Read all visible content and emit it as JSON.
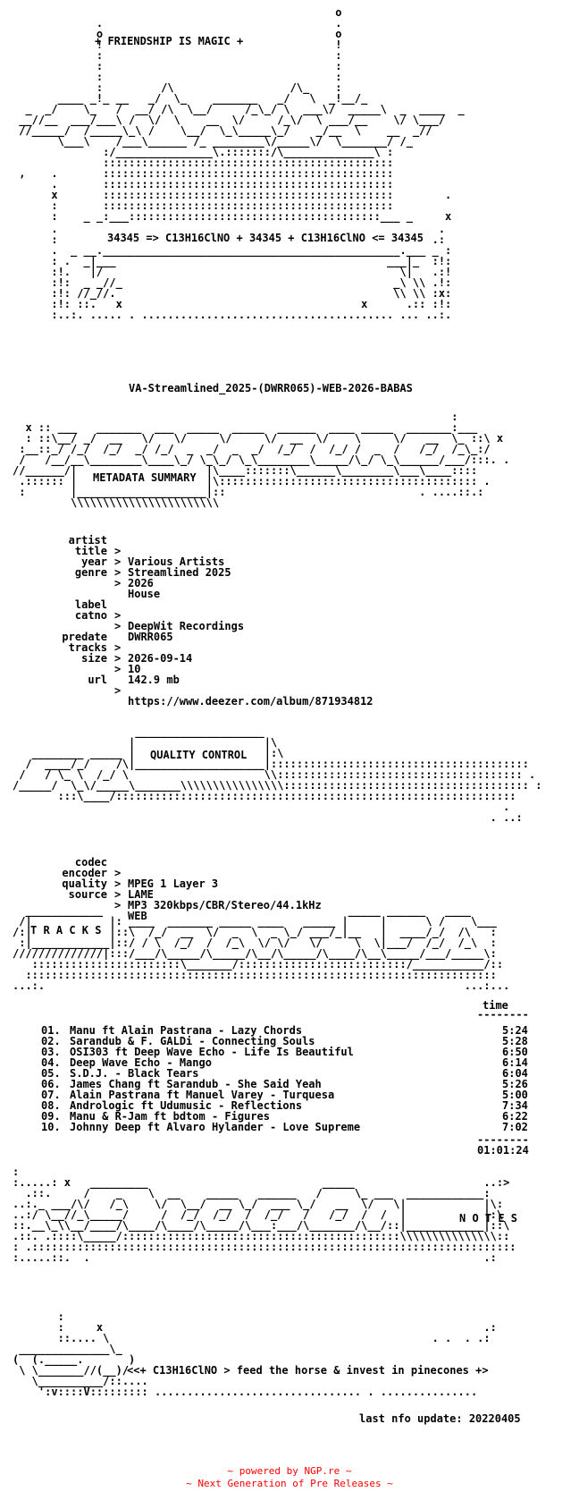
{
  "header": {
    "tagline": "+ FRIENDSHIP IS MAGIC +",
    "formula": "34345 => C13H16ClNO + 34345 + C13H16ClNO <= 34345"
  },
  "release_name": "VA-Streamlined_2025-(DWRR065)-WEB-2026-BABAS",
  "sections": {
    "metadata": "METADATA SUMMARY",
    "quality": "QUALITY CONTROL",
    "tracks": "T R A C K S",
    "notes": "N O T E S"
  },
  "metadata": [
    {
      "key": "artist",
      "value": "Various Artists"
    },
    {
      "key": "title",
      "value": "Streamlined 2025"
    },
    {
      "key": "year",
      "value": "2026"
    },
    {
      "key": "genre",
      "value": "House"
    },
    {
      "key": "label",
      "value": "DeepWit Recordings"
    },
    {
      "key": "catno",
      "value": "DWRR065"
    },
    {
      "key": "predate",
      "value": "2026-09-14"
    },
    {
      "key": "tracks",
      "value": "10"
    },
    {
      "key": "size",
      "value": "142.9 mb"
    },
    {
      "key": "url",
      "value": "https://www.deezer.com/album/871934812"
    }
  ],
  "quality": [
    {
      "key": "codec",
      "value": "MPEG 1 Layer 3"
    },
    {
      "key": "encoder",
      "value": "LAME"
    },
    {
      "key": "quality",
      "value": "MP3 320kbps/CBR/Stereo/44.1kHz"
    },
    {
      "key": "source",
      "value": "WEB"
    }
  ],
  "tracklist": {
    "time_header": "time",
    "tracks": [
      {
        "num": "01.",
        "title": "Manu ft Alain Pastrana - Lazy Chords",
        "time": "5:24"
      },
      {
        "num": "02.",
        "title": "Sarandub & F. GALDi - Connecting Souls",
        "time": "5:28"
      },
      {
        "num": "03.",
        "title": "OSI303 ft Deep Wave Echo - Life Is Beautiful",
        "time": "6:50"
      },
      {
        "num": "04.",
        "title": "Deep Wave Echo - Mango",
        "time": "6:14"
      },
      {
        "num": "05.",
        "title": "S.D.J. - Black Tears",
        "time": "6:04"
      },
      {
        "num": "06.",
        "title": "James Chang ft Sarandub - She Said Yeah",
        "time": "5:26"
      },
      {
        "num": "07.",
        "title": "Alain Pastrana ft Manuel Varey - Turquesa",
        "time": "5:00"
      },
      {
        "num": "08.",
        "title": "Andrologic ft Udumusic - Reflections",
        "time": "7:34"
      },
      {
        "num": "09.",
        "title": "Manu & R-Jam ft bdtom - Figures",
        "time": "6:22"
      },
      {
        "num": "10.",
        "title": "Johnny Deep ft Alvaro Hylander - Love Supreme",
        "time": "7:02"
      }
    ],
    "total": "01:01:24"
  },
  "closing": {
    "slogan": "<<+ C13H16ClNO > feed the horse & invest in pinecones +>",
    "last_update_label": "last nfo update:",
    "last_update": "20220405"
  },
  "footer": {
    "line1": "~ powered by NGP.re ~",
    "line2": "~ Next Generation of Pre Releases ~"
  }
}
